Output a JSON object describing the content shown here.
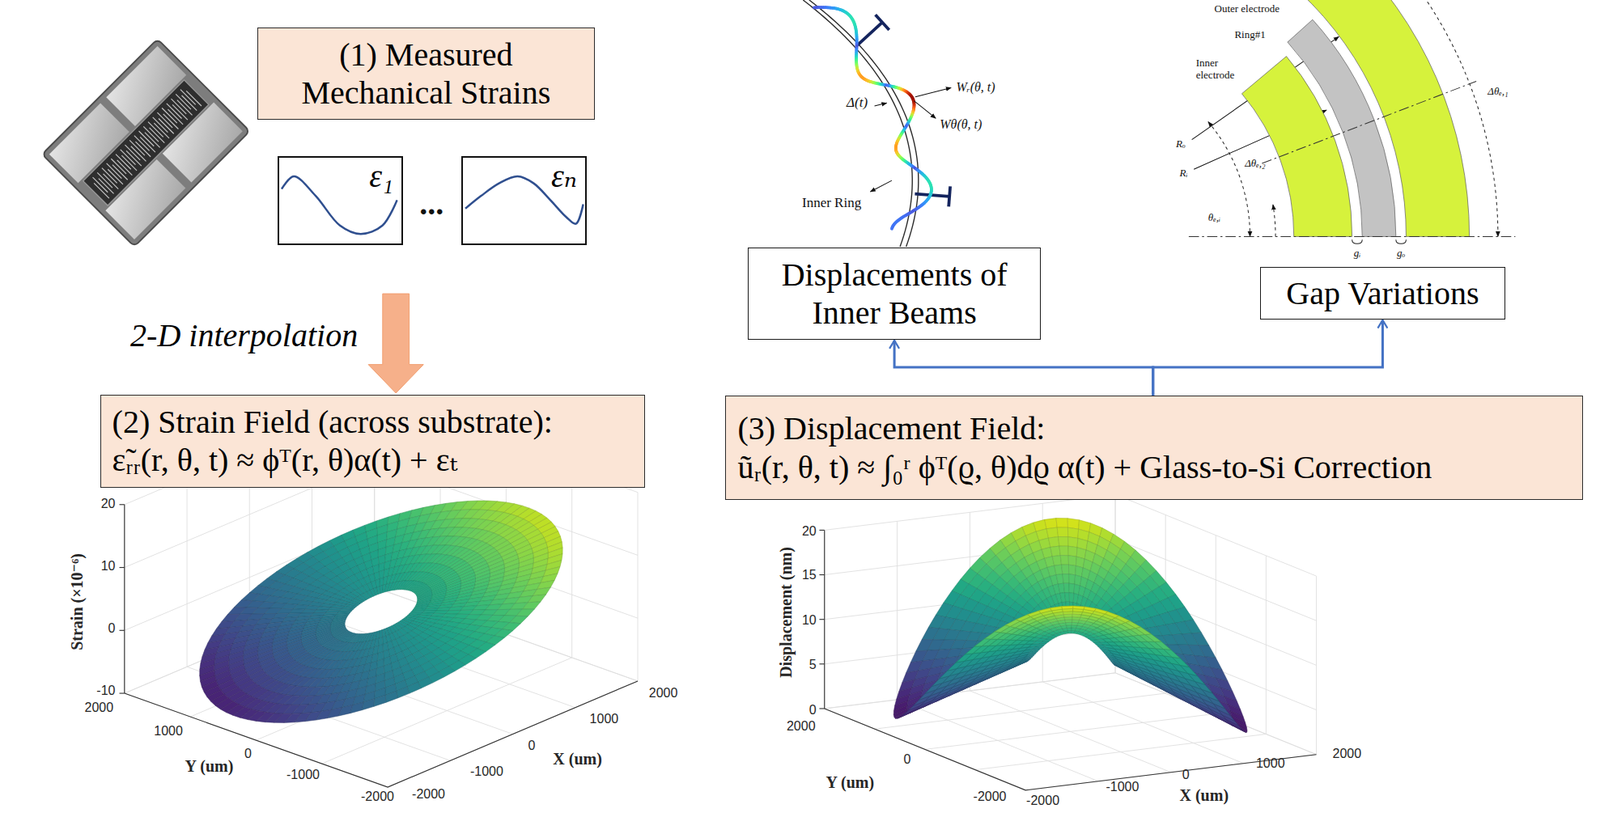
{
  "diagram": {
    "nodes": [
      {
        "text": [
          "(1) Measured Mechanical Strains"
        ]
      },
      {
        "text": [
          "ε₁"
        ]
      },
      {
        "text": [
          "εₙ"
        ]
      },
      {
        "text": [
          "Displacements of Inner Beams"
        ]
      },
      {
        "text": [
          "Gap Variations"
        ]
      },
      {
        "text": [
          "(2) Strain Field (across substrate):",
          "ε̃ᵣᵣ(r, θ, t) ≈ ϕᵀ(r, θ)α(t) + εₜ"
        ]
      },
      {
        "text": [
          "(3) Displacement Field:",
          "ũᵣ(r, θ, t) ≈ ∫₀ʳ ϕᵀ(ϱ, θ)dϱ α(t) + Glass-to-Si Correction"
        ]
      }
    ],
    "edges": [
      {
        "from": 0,
        "to": 5,
        "label": "2-D interpolation",
        "arrow": "to"
      },
      {
        "from": 6,
        "to": 3,
        "arrow": "to"
      },
      {
        "from": 6,
        "to": 4,
        "arrow": "to"
      }
    ],
    "labels": [
      "...",
      "Δ(t)",
      "Wᵣ(θ, t)",
      "Wθ(θ, t)",
      "Inner Ring",
      "Outer electrode",
      "Ring#1",
      "Inner electrode",
      "Rₒ",
      "Rᵢ",
      "Δθₑ,₁",
      "Δθₑ,₂",
      "θₑ,ᵢ",
      "gᵢ",
      "gₒ",
      "20",
      "10",
      "0",
      "-10",
      "Strain (×10⁻⁶)",
      "2000",
      "1000",
      "0",
      "-1000",
      "-2000",
      "Y (um)",
      "-2000",
      "-1000",
      "0",
      "1000",
      "2000",
      "X (um)",
      "Displacement (nm)",
      "20",
      "15",
      "10",
      "5",
      "0",
      "2000",
      "0",
      "-2000",
      "Y (um)",
      "-2000",
      "-1000",
      "0",
      "1000",
      "2000",
      "X (um)"
    ]
  }
}
